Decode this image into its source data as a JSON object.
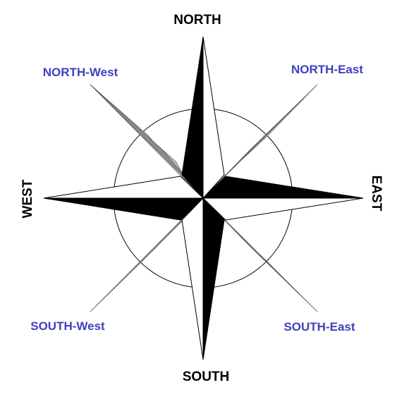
{
  "labels": {
    "north": "NORTH",
    "south": "SOUTH",
    "east": "EAST",
    "west": "WEST",
    "north_west": "NORTH-West",
    "north_east": "NORTH-East",
    "south_west": "SOUTH-West",
    "south_east": "SOUTH-East"
  },
  "colors": {
    "dark_fill": "#000000",
    "light_fill": "#ffffff",
    "intercardinal_dark": "#8c8c8c",
    "intercardinal_light": "#bfbfbf",
    "label_intercardinal": "#3f3fbf"
  }
}
